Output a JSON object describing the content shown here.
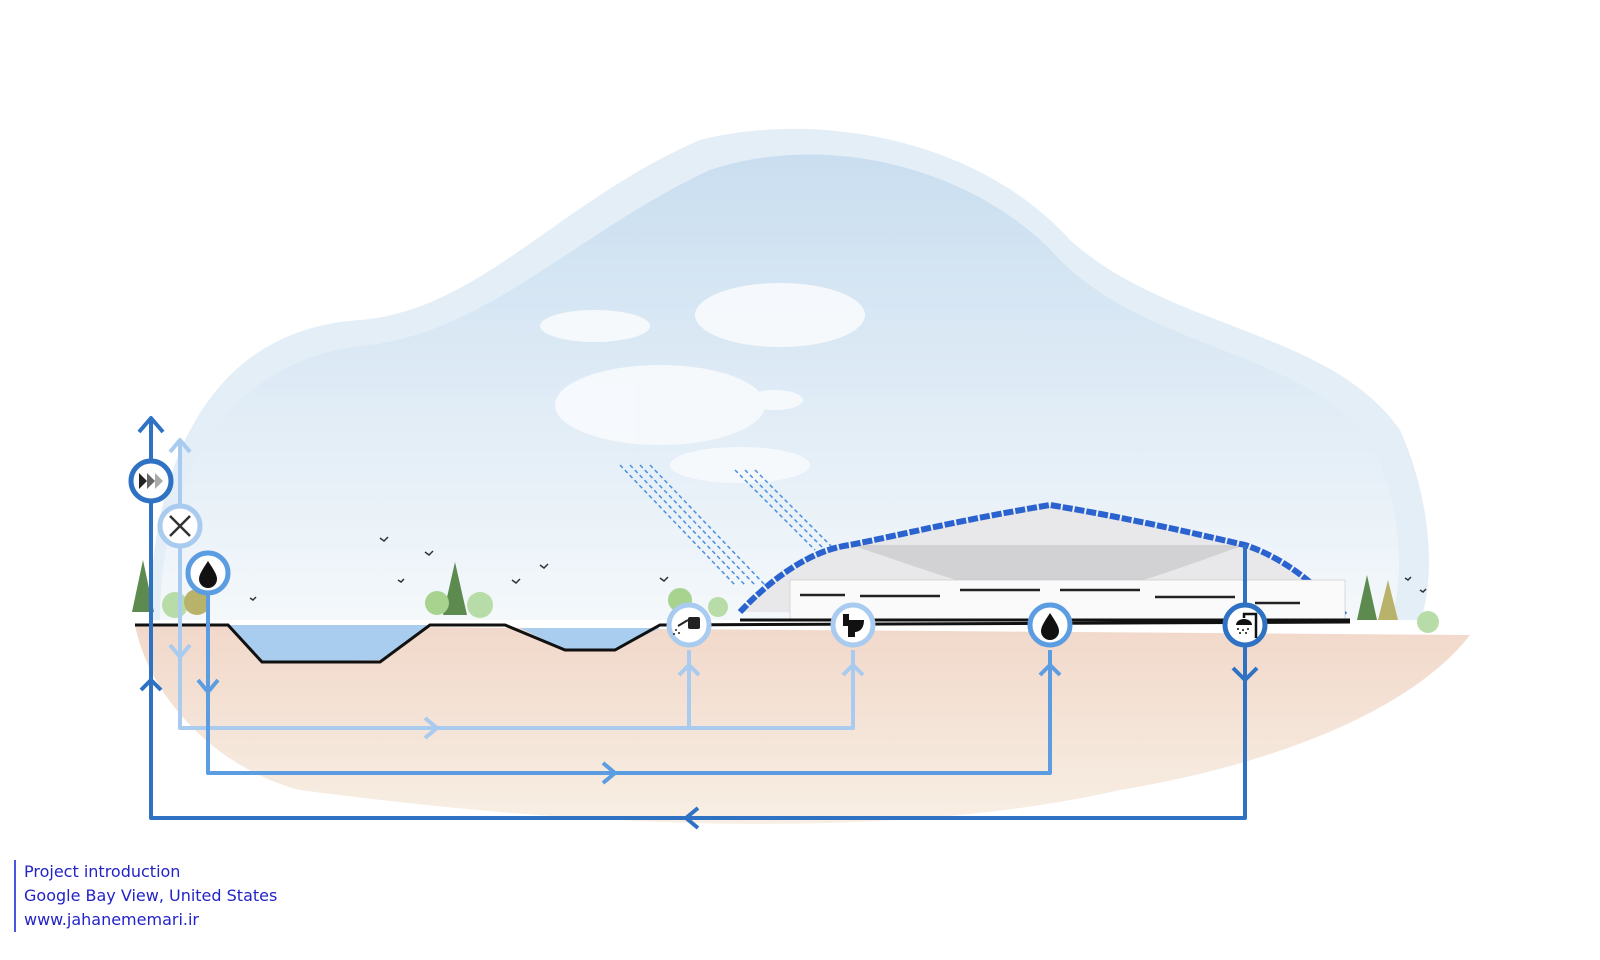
{
  "caption": {
    "line1": "Project introduction",
    "line2": "Google Bay View, United States",
    "line3": "www.jahanememari.ir"
  },
  "colors": {
    "dark_pipe": "#2f72c4",
    "medium_pipe": "#5b9de0",
    "light_pipe": "#a9cbef",
    "sky": "#d6e7f3",
    "ground": "#f3ddd0",
    "water": "#a8cdef",
    "roof": "#2a62d0",
    "caption_text": "#2323c8"
  },
  "icons": [
    "fast-forward-icon",
    "exchange-arrows-icon",
    "water-drop-icon",
    "watering-can-icon",
    "toilet-icon",
    "water-drop-icon",
    "shower-icon"
  ]
}
